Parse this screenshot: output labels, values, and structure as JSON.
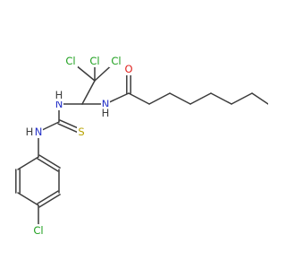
{
  "colors": {
    "bond": "#3c3c3c",
    "Cl": "#1fa01f",
    "N": "#2330c8",
    "O": "#e0231f",
    "S": "#b8a300",
    "H": "#3c3c3c"
  },
  "molecule": {
    "atoms": [
      {
        "id": "Cl1",
        "label": "Cl",
        "element": "Cl"
      },
      {
        "id": "Cl2",
        "label": "Cl",
        "element": "Cl"
      },
      {
        "id": "Cl3",
        "label": "Cl",
        "element": "Cl"
      },
      {
        "id": "O1",
        "label": "O",
        "element": "O"
      },
      {
        "id": "N1",
        "label": "N",
        "element": "N"
      },
      {
        "id": "H1",
        "label": "H",
        "element": "H"
      },
      {
        "id": "N2",
        "label": "N",
        "element": "N"
      },
      {
        "id": "H2",
        "label": "H",
        "element": "H"
      },
      {
        "id": "N3",
        "label": "N",
        "element": "N"
      },
      {
        "id": "H3",
        "label": "H",
        "element": "H"
      },
      {
        "id": "S1",
        "label": "S",
        "element": "S"
      },
      {
        "id": "Cl4",
        "label": "Cl",
        "element": "Cl"
      }
    ]
  }
}
